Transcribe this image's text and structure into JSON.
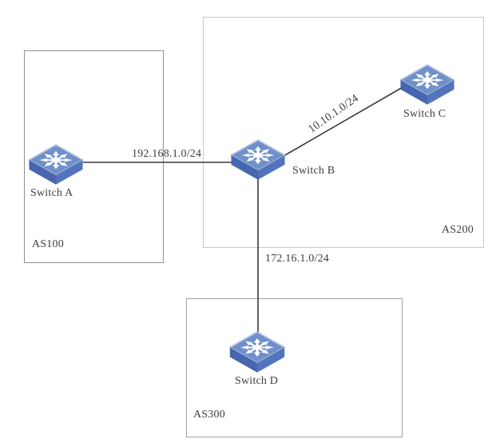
{
  "diagram": {
    "groups": [
      {
        "id": "as100",
        "label": "AS100"
      },
      {
        "id": "as200",
        "label": "AS200"
      },
      {
        "id": "as300",
        "label": "AS300"
      }
    ],
    "nodes": [
      {
        "id": "switch-a",
        "label": "Switch A",
        "group": "AS100"
      },
      {
        "id": "switch-b",
        "label": "Switch B",
        "group": "AS200"
      },
      {
        "id": "switch-c",
        "label": "Switch C",
        "group": "AS200"
      },
      {
        "id": "switch-d",
        "label": "Switch D",
        "group": "AS300"
      }
    ],
    "links": [
      {
        "from": "Switch A",
        "to": "Switch B",
        "label": "192.168.1.0/24"
      },
      {
        "from": "Switch B",
        "to": "Switch C",
        "label": "10.10.1.0/24"
      },
      {
        "from": "Switch B",
        "to": "Switch D",
        "label": "172.16.1.0/24"
      }
    ],
    "colors": {
      "switch_top": "#7090ca",
      "switch_side_left": "#4766af",
      "switch_side_right": "#5374bb",
      "switch_edge": "#b0bfdf",
      "switch_glyph": "#ffffff",
      "link_line": "#383838"
    }
  }
}
